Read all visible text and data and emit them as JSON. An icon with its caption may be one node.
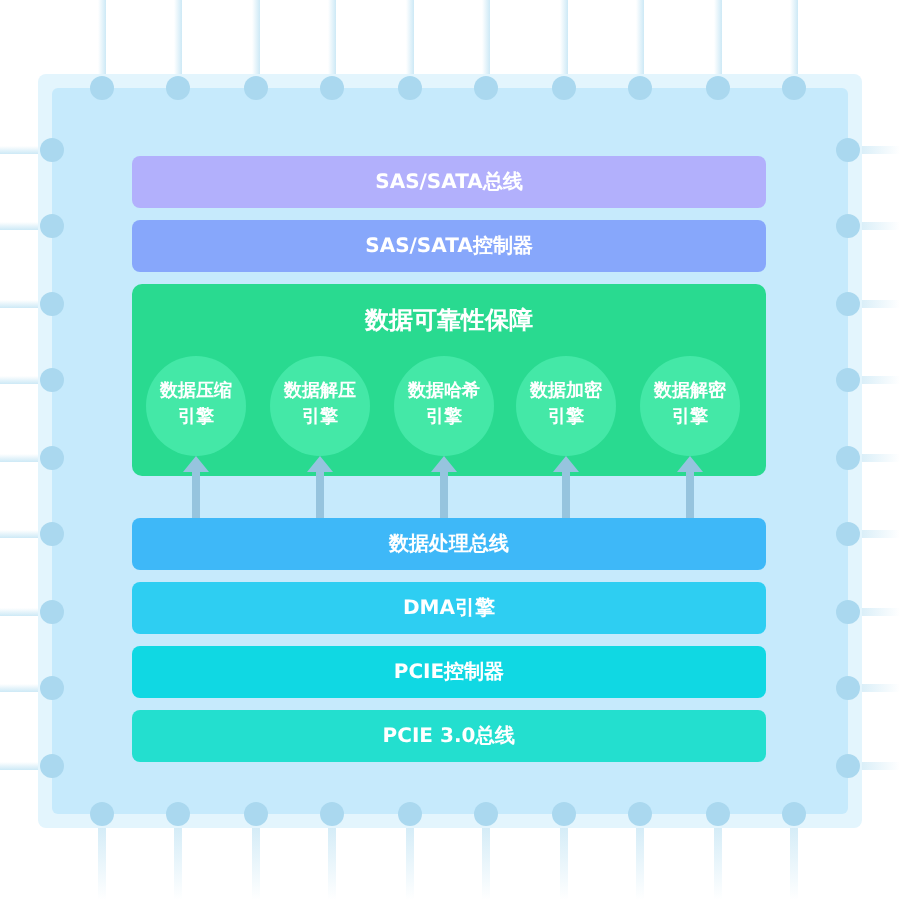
{
  "diagram": {
    "nodes": [
      {
        "text": [
          "SAS/SATA总线"
        ]
      },
      {
        "text": [
          "SAS/SATA控制器"
        ]
      },
      {
        "text": [
          "数据可靠性保障"
        ]
      },
      {
        "text": [
          "数据压缩引擎"
        ],
        "in": 2
      },
      {
        "text": [
          "数据解压引擎"
        ],
        "in": 2
      },
      {
        "text": [
          "数据哈希引擎"
        ],
        "in": 2
      },
      {
        "text": [
          "数据加密引擎"
        ],
        "in": 2
      },
      {
        "text": [
          "数据解密引擎"
        ],
        "in": 2
      },
      {
        "text": [
          "数据处理总线"
        ]
      },
      {
        "text": [
          "DMA引擎"
        ]
      },
      {
        "text": [
          "PCIE控制器"
        ]
      },
      {
        "text": [
          "PCIE 3.0总线"
        ]
      }
    ],
    "edges": [
      {
        "from": 8,
        "to": 3,
        "arrow": "to"
      },
      {
        "from": 8,
        "to": 4,
        "arrow": "to"
      },
      {
        "from": 8,
        "to": 5,
        "arrow": "to"
      },
      {
        "from": 8,
        "to": 6,
        "arrow": "to"
      },
      {
        "from": 8,
        "to": 7,
        "arrow": "to"
      }
    ]
  }
}
